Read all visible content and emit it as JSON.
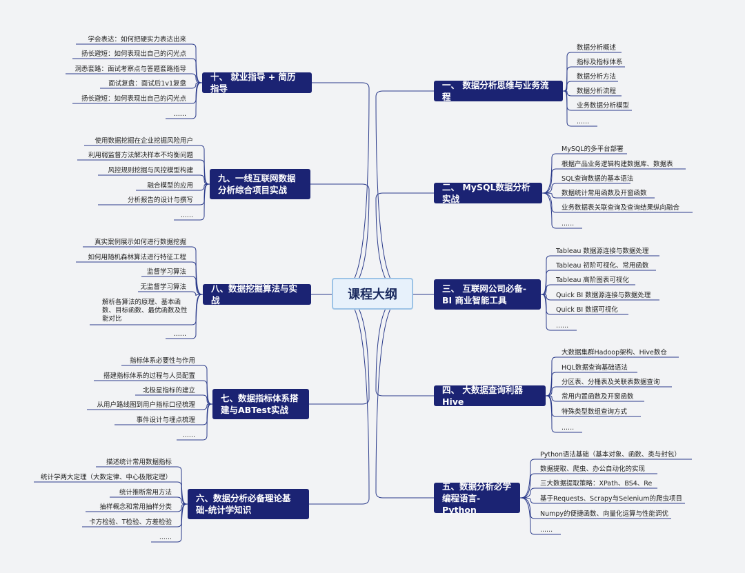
{
  "center": "课程大纲",
  "branches": [
    {
      "label": "一、 数据分析思维与业务流程",
      "items": [
        "数据分析概述",
        "指标及指标体系",
        "数据分析方法",
        "数据分析流程",
        "业务数据分析模型",
        "......"
      ]
    },
    {
      "label": "二、 MySQL数据分析实战",
      "items": [
        "MySQL的多平台部署",
        "根据产品业务逻辑构建数据库、数据表",
        "SQL查询数据的基本语法",
        "数据统计常用函数及开窗函数",
        "业务数据表关联查询及查询结果纵向融合",
        "......"
      ]
    },
    {
      "label": "三、 互联网公司必备-BI 商业智能工具",
      "items": [
        "Tableau 数据源连接与数据处理",
        "Tableau 初阶可视化、常用函数",
        "Tableau 高阶图表可视化",
        "Quick BI 数据源连接与数据处理",
        "Quick BI 数据可视化",
        "......"
      ]
    },
    {
      "label": "四、 大数据查询利器Hive",
      "items": [
        "大数据集群Hadoop架构、Hive数仓",
        "HQL数据查询基础语法",
        "分区表、分桶表及关联表数据查询",
        "常用内置函数及开窗函数",
        "特殊类型数组查询方式",
        "......"
      ]
    },
    {
      "label": "五、数据分析必学编程语言-Python",
      "items": [
        "Python语法基础（基本对象、函数、类与封包）",
        "数据提取、爬虫、办公自动化的实现",
        "三大数据提取策略：XPath、BS4、Re",
        "基于Requests、Scrapy与Selenium的爬虫项目",
        "Numpy的便捷函数、向量化运算与性能调优",
        "......"
      ]
    },
    {
      "label": "十、 就业指导 + 简历指导",
      "items": [
        "学会表达：如何把硬实力表达出来",
        "扬长避短：如何表现出自己的闪光点",
        "洞悉套路：面试考察点与答题套路指导",
        "面试复盘：面试后1v1复盘",
        "扬长避短：如何表现出自己的闪光点",
        "......"
      ]
    },
    {
      "label": "九、一线互联网数据分析综合项目实战",
      "items": [
        "使用数据挖掘在企业挖掘风险用户",
        "利用弱监督方法解决样本不均衡问题",
        "风控规则挖掘与风控模型构建",
        "融合模型的应用",
        "分析报告的设计与撰写",
        "......"
      ]
    },
    {
      "label": "八、数据挖掘算法与实战",
      "items": [
        "真实案例展示如何进行数据挖掘",
        "如何用随机森林算法进行特征工程",
        "监督学习算法",
        "无监督学习算法",
        "解析各算法的原理、基本函数、目标函数、最优函数及性能对比",
        "......"
      ]
    },
    {
      "label": "七、数据指标体系搭建与ABTest实战",
      "items": [
        "指标体系必要性与作用",
        "搭建指标体系的过程与人员配置",
        "北极星指标的建立",
        "从用户路线图到用户指标口径梳理",
        "事件设计与埋点梳理",
        "......"
      ]
    },
    {
      "label": "六、数据分析必备理论基础-统计学知识",
      "items": [
        "描述统计常用数据指标",
        "统计学两大定理（大数定律、中心极限定理）",
        "统计推断常用方法",
        "抽样概念和常用抽样分类",
        "卡方检验、T检验、方差检验",
        "......"
      ]
    }
  ]
}
